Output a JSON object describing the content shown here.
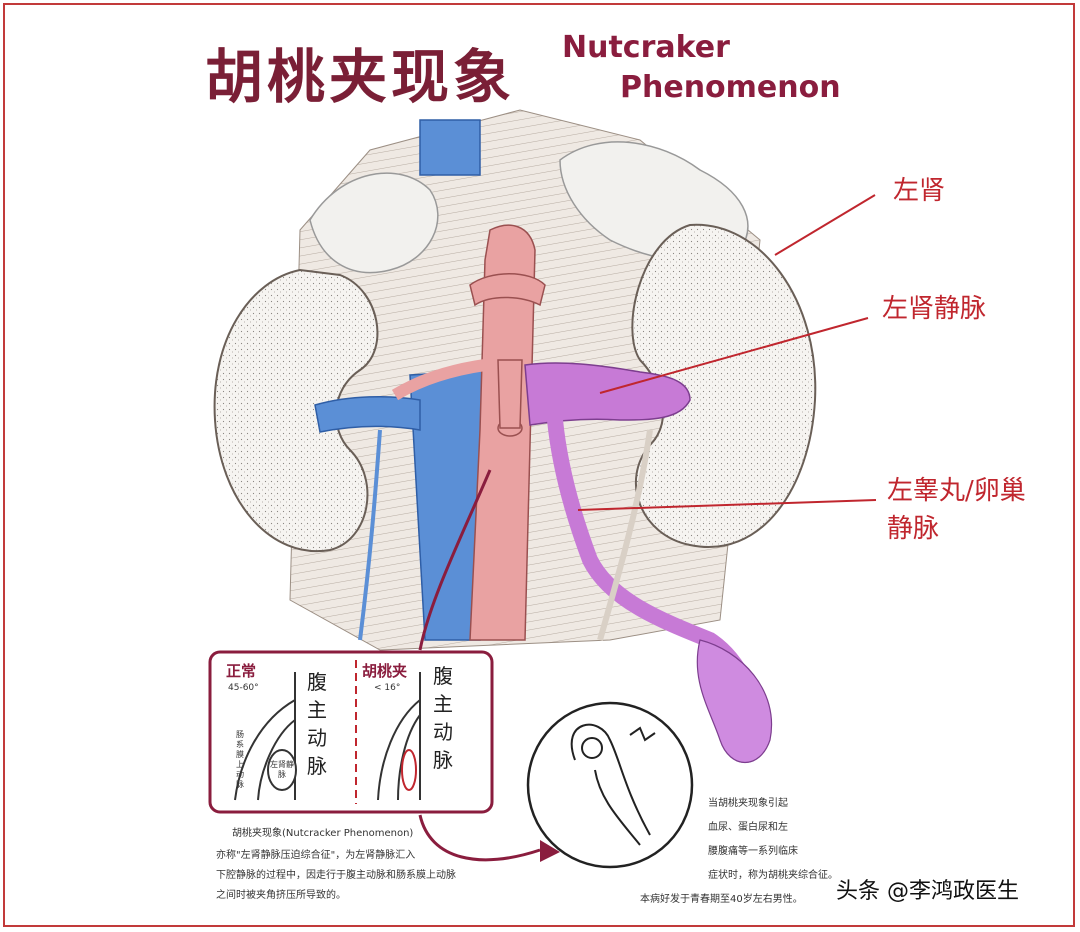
{
  "title": {
    "chinese": "胡桃夹现象",
    "english_line1": "Nutcraker",
    "english_line2": "Phenomenon"
  },
  "callouts": {
    "left_kidney": "左肾",
    "left_renal_vein": "左肾静脉",
    "gonadal_vein_line1": "左睾丸/卵巢",
    "gonadal_vein_line2": "静脉"
  },
  "inset": {
    "normal_label": "正常",
    "normal_angle": "45-60°",
    "nutcracker_label": "胡桃夹",
    "nutcracker_angle": "< 16°",
    "aorta_vertical": "腹主动脉",
    "renal_vein_small": "左肾静脉",
    "sma_small": "肠系膜上动脉"
  },
  "notes": {
    "left_heading": "胡桃夹现象(Nutcracker Phenomenon)",
    "left_line1": "亦称\"左肾静脉压迫综合征\"，为左肾静脉汇入",
    "left_line2": "下腔静脉的过程中，因走行于腹主动脉和肠系膜上动脉",
    "left_line3": "之间时被夹角挤压所导致的。",
    "right_line1": "当胡桃夹现象引起",
    "right_line2": "血尿、蛋白尿和左",
    "right_line3": "腰腹痛等一系列临床",
    "right_line4": "症状时，称为胡桃夹综合征。",
    "right_line5": "本病好发于青春期至40岁左右男性。"
  },
  "watermark": "头条 @李鸿政医生",
  "colors": {
    "frame": "#c23a3a",
    "title": "#7a1f36",
    "callout": "#c0262e",
    "vein_blue": "#5b8fd6",
    "artery_pink": "#e9a2a2",
    "renal_vein_purple": "#c77ad6",
    "kidney_fill": "#f3f1ee",
    "inset_border": "#8a1d3e"
  },
  "icons": {
    "nutcracker_icon": "nutcracker-with-walnut-icon",
    "arrow_icon": "curved-arrow-icon"
  }
}
